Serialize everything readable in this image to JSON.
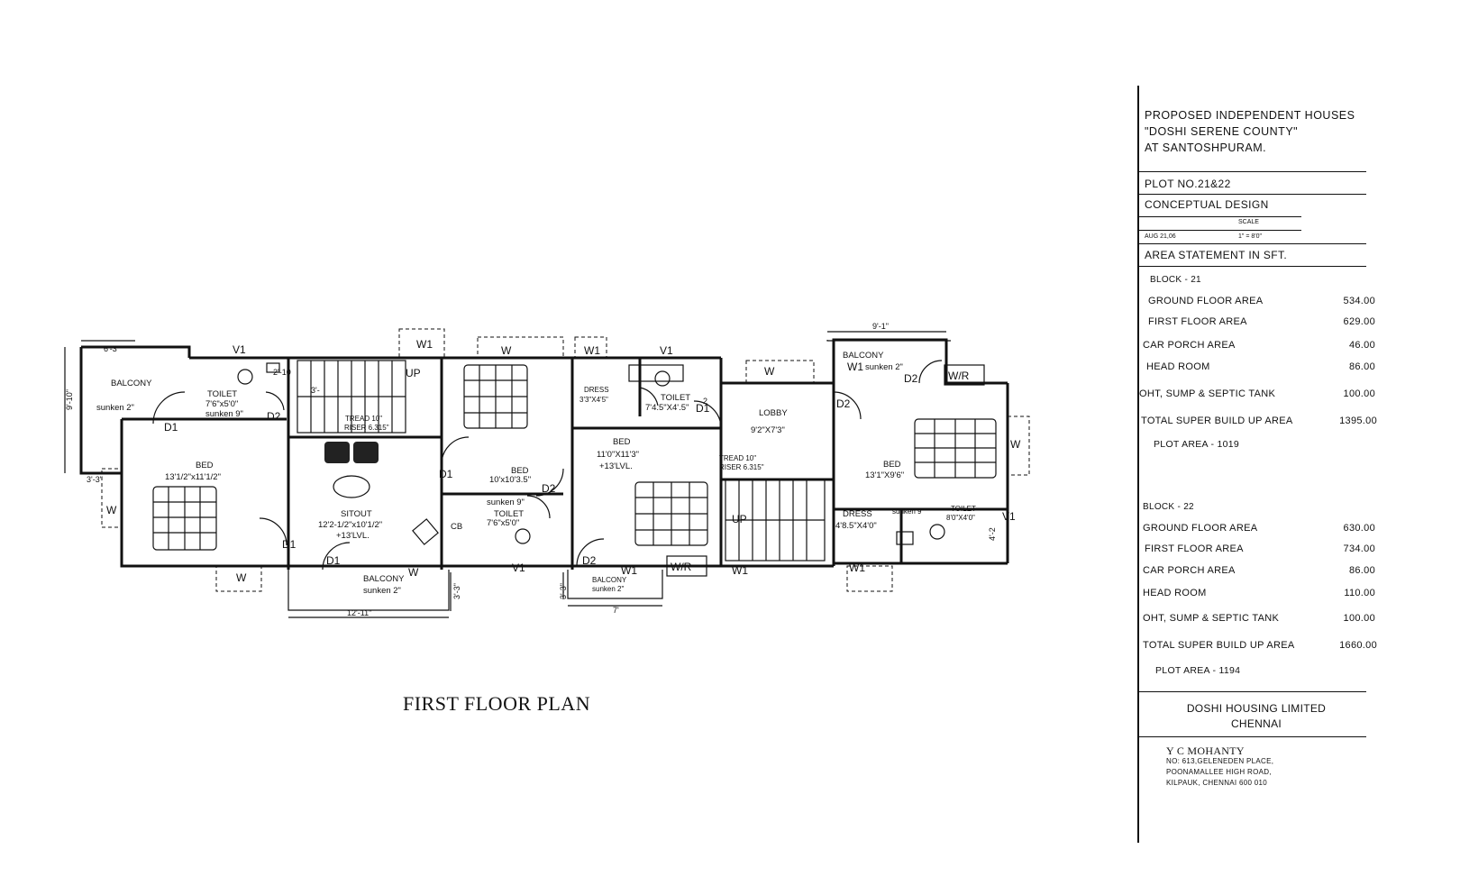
{
  "drawing_title": "FIRST FLOOR PLAN",
  "rooms": {
    "balcony_left": "BALCONY",
    "balcony_left_note": "sunken 2\"",
    "toilet1": "TOILET",
    "toilet1_size": "7'6\"x5'0\"",
    "toilet1_note": "sunken 9\"",
    "bed1": "BED",
    "bed1_size": "13'1/2\"x11'1/2\"",
    "stair1_tread": "TREAD 10\"",
    "stair1_riser": "RISER 6.315\"",
    "sitout": "SITOUT",
    "sitout_size": "12'2-1/2\"x10'1/2\"",
    "sitout_level": "+13'LVL.",
    "cb": "CB",
    "balcony_mid": "BALCONY",
    "balcony_mid_note": "sunken 2\"",
    "bed2": "BED",
    "bed2_size": "10'x10'3.5\"",
    "toilet2_note": "sunken 9\"",
    "toilet2": "TOILET",
    "toilet2_size": "7'6\"x5'0\"",
    "dress1": "DRESS",
    "dress1_size": "3'3\"X4'5\"",
    "toilet3": "TOILET",
    "toilet3_size": "7'4.5\"X4'.5\"",
    "bed3": "BED",
    "bed3_size": "11'0\"X11'3\"",
    "bed3_level": "+13'LVL.",
    "balcony_small": "BALCONY",
    "balcony_small_note": "sunken 2\"",
    "lobby": "LOBBY",
    "lobby_size": "9'2\"X7'3\"",
    "stair2_tread": "TREAD 10\"",
    "stair2_riser": "RISER 6.315\"",
    "balcony_right": "BALCONY",
    "balcony_right_note": "sunken 2\"",
    "bed4": "BED",
    "bed4_size": "13'1\"X9'6\"",
    "dress2": "DRESS",
    "dress2_size": "4'8.5\"X4'0\"",
    "toilet4_note": "sunken 9\"",
    "toilet4": "TOILET",
    "toilet4_size": "8'0\"X4'0\""
  },
  "openings": {
    "d1": "D1",
    "d2": "D2",
    "w": "W",
    "w1": "W1",
    "v1": "V1",
    "wr": "W/R",
    "up": "UP"
  },
  "dimensions": {
    "d_6_3": "6'-3\"",
    "d_9_10": "9'-10\"",
    "d_3_3": "3'-3\"",
    "d_3_3b": "3'-3\"",
    "d_3_3c": "3'-3\"",
    "d_2_10": "2'-10",
    "d_3": "3'-",
    "d_12_11": "12'-11\"",
    "d_7": "7'",
    "d_9_1": "9'-1\"",
    "d_2": "2",
    "d_4_2": "4'-2"
  },
  "panel": {
    "project_lines": [
      "PROPOSED INDEPENDENT HOUSES",
      "\"DOSHI SERENE COUNTY\"",
      "AT SANTOSHPURAM."
    ],
    "plot_no": "PLOT NO.21&22",
    "design": "CONCEPTUAL DESIGN",
    "scale_label": "SCALE",
    "date": "AUG 21,06",
    "scale_value": "1\" = 8'0\"",
    "area_statement": "AREA STATEMENT   IN SFT.",
    "block21": {
      "title": "BLOCK  -  21",
      "rows": [
        {
          "label": "GROUND FLOOR   AREA",
          "value": "534.00"
        },
        {
          "label": "FIRST FLOOR    AREA",
          "value": "629.00"
        },
        {
          "label": "CAR PORCH AREA",
          "value": "46.00"
        },
        {
          "label": "HEAD ROOM",
          "value": "86.00"
        },
        {
          "label": "OHT, SUMP & SEPTIC TANK",
          "value": "100.00"
        },
        {
          "label": "TOTAL SUPER BUILD UP AREA",
          "value": "1395.00"
        }
      ],
      "plot_area": "PLOT AREA  -  1019"
    },
    "block22": {
      "title": "BLOCK  -  22",
      "rows": [
        {
          "label": "GROUND FLOOR   AREA",
          "value": "630.00"
        },
        {
          "label": "FIRST FLOOR    AREA",
          "value": "734.00"
        },
        {
          "label": "CAR PORCH AREA",
          "value": "86.00"
        },
        {
          "label": "HEAD ROOM",
          "value": "110.00"
        },
        {
          "label": "OHT, SUMP & SEPTIC TANK",
          "value": "100.00"
        },
        {
          "label": "TOTAL SUPER BUILD UP AREA",
          "value": "1660.00"
        }
      ],
      "plot_area": "PLOT AREA  -  1194"
    },
    "firm": [
      "DOSHI HOUSING LIMITED",
      "CHENNAI"
    ],
    "architect": {
      "name": "Y C MOHANTY",
      "address": [
        "NO: 613,GELENEDEN PLACE,",
        "POONAMALLEE HIGH ROAD,",
        "KILPAUK, CHENNAI 600 010"
      ]
    }
  }
}
